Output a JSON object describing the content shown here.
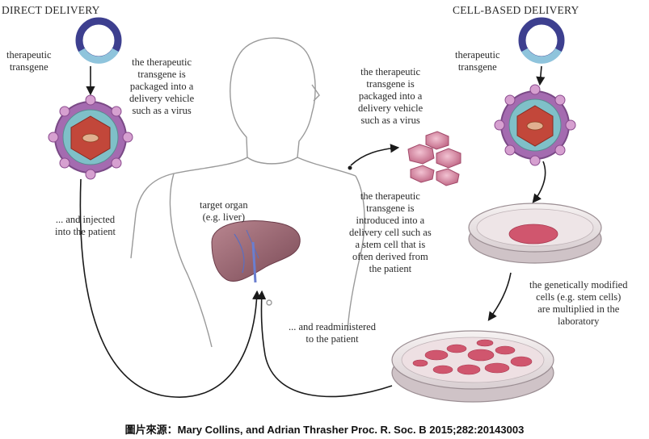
{
  "headings": {
    "direct": "DIRECT DELIVERY",
    "cell_based": "CELL-BASED DELIVERY"
  },
  "labels": {
    "transgene_left": [
      "therapeutic",
      "transgene"
    ],
    "transgene_right": [
      "therapeutic",
      "transgene"
    ],
    "packaged_left": [
      "the therapeutic",
      "transgene is",
      "packaged into a",
      "delivery vehicle",
      "such as a virus"
    ],
    "packaged_center": [
      "the therapeutic",
      "transgene is",
      "packaged into a",
      "delivery vehicle",
      "such as a virus"
    ],
    "injected": [
      "... and injected",
      "into the patient"
    ],
    "target_organ": [
      "target organ",
      "(e.g. liver)"
    ],
    "introduced": [
      "the therapeutic",
      "transgene is",
      "introduced into a",
      "delivery cell such as",
      "a stem cell that is",
      "often derived from",
      "the patient"
    ],
    "multiplied": [
      "the genetically modified",
      "cells (e.g. stem cells)",
      "are multiplied in the",
      "laboratory"
    ],
    "readministered": [
      "... and readministered",
      "to the patient"
    ]
  },
  "caption": "圖片來源：Mary Collins, and Adrian Thrasher Proc. R. Soc. B 2015;282:20143003",
  "colors": {
    "plasmid": "#3d3f8f",
    "transgene": "#8fc4dc",
    "virus_shell": "#8a4a8e",
    "virus_inner": "#c2473a",
    "cell": "#cf7f9a",
    "liver": "#8e5a66",
    "dish_cells": "#d0566e",
    "arrow": "#1a1a1a"
  }
}
